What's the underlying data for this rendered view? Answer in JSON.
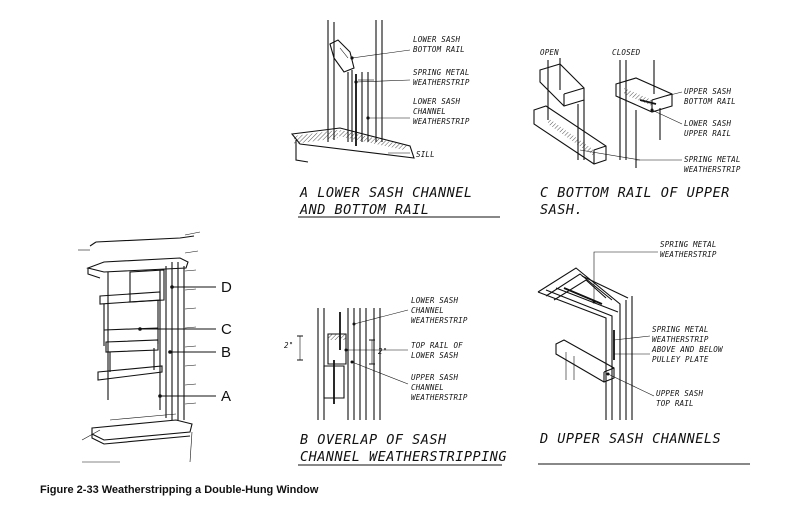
{
  "figure": {
    "caption": "Figure 2-33  Weatherstripping a Double-Hung Window"
  },
  "overview": {
    "keys": [
      "D",
      "C",
      "B",
      "A"
    ]
  },
  "panels": {
    "a": {
      "caption_line1": "A  LOWER SASH CHANNEL",
      "caption_line2": "AND BOTTOM RAIL",
      "labels": [
        [
          "LOWER SASH",
          "BOTTOM RAIL"
        ],
        [
          "SPRING METAL",
          "WEATHERSTRIP"
        ],
        [
          "LOWER SASH",
          "CHANNEL",
          "WEATHERSTRIP"
        ],
        [
          "SILL"
        ]
      ]
    },
    "b": {
      "caption_line1": "B  OVERLAP OF SASH",
      "caption_line2": "CHANNEL WEATHERSTRIPPING",
      "dim_left": "2\"",
      "dim_right": "2\"",
      "labels": [
        [
          "LOWER SASH",
          "CHANNEL",
          "WEATHERSTRIP"
        ],
        [
          "TOP RAIL OF",
          "LOWER SASH"
        ],
        [
          "UPPER SASH",
          "CHANNEL",
          "WEATHERSTRIP"
        ]
      ]
    },
    "c": {
      "caption_line1": "C  BOTTOM RAIL OF UPPER",
      "caption_line2": "SASH.",
      "open_label": "OPEN",
      "closed_label": "CLOSED",
      "labels": [
        [
          "UPPER SASH",
          "BOTTOM RAIL"
        ],
        [
          "LOWER SASH",
          "UPPER RAIL"
        ],
        [
          "SPRING METAL",
          "WEATHERSTRIP"
        ]
      ]
    },
    "d": {
      "caption_line1": "D  UPPER SASH CHANNELS",
      "labels": [
        [
          "SPRING METAL",
          "WEATHERSTRIP"
        ],
        [
          "SPRING METAL",
          "WEATHERSTRIP",
          "ABOVE AND BELOW",
          "PULLEY PLATE"
        ],
        [
          "UPPER SASH",
          "TOP RAIL"
        ]
      ]
    }
  }
}
